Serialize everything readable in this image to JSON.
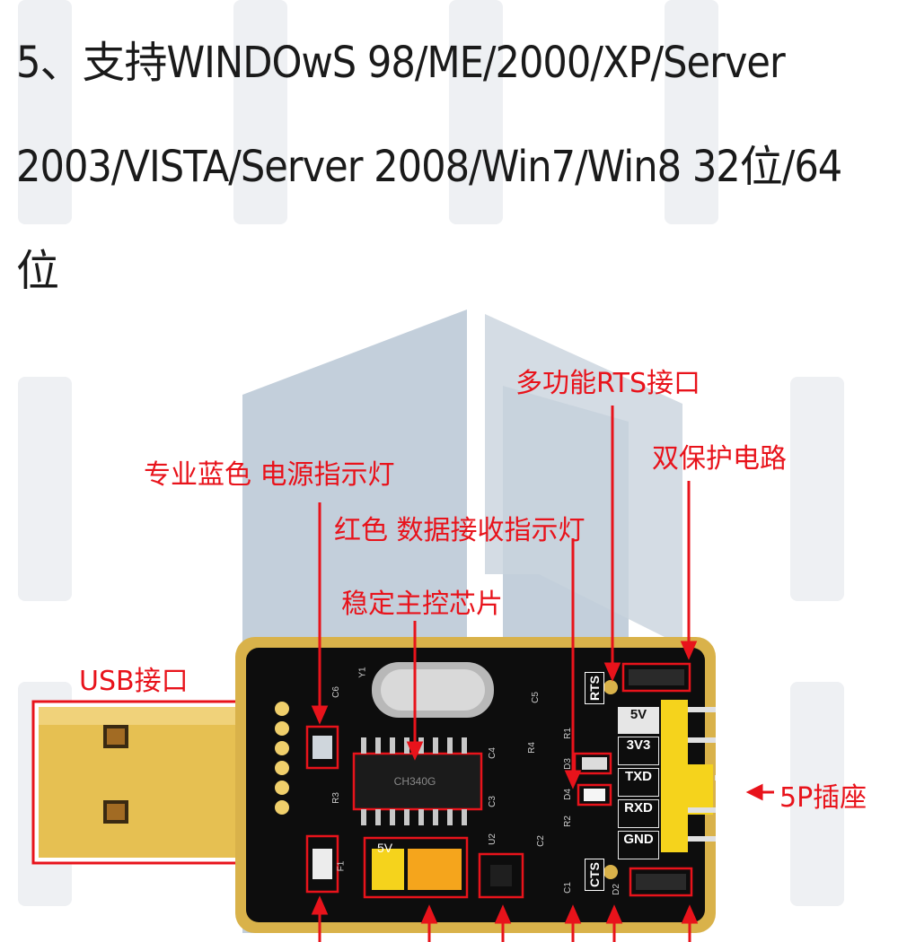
{
  "heading": {
    "line1": "5、支持WINDOwS 98/ME/2000/XP/Server",
    "line2": "2003/VISTA/Server 2008/Win7/Win8 32位/64",
    "line3": "位"
  },
  "labels": {
    "rts_port": "多功能RTS接口",
    "dual_protection": "双保护电路",
    "power_led": "专业蓝色 电源指示灯",
    "rx_led": "红色 数据接收指示灯",
    "main_chip": "稳定主控芯片",
    "usb_port": "USB接口",
    "header_5p": "5P插座"
  },
  "board": {
    "pins": [
      "5V",
      "3V3",
      "TXD",
      "RXD",
      "GND"
    ],
    "rts": "RTS",
    "cts": "CTS",
    "jumper_5v": "5V",
    "chip": "CH340G",
    "silk": [
      "C6",
      "Y1",
      "C5",
      "R1",
      "C4",
      "R4",
      "D3",
      "D4",
      "R2",
      "R3",
      "C3",
      "C2",
      "U2",
      "C1",
      "D2",
      "F1"
    ]
  },
  "colors": {
    "annotation": "#e8131b",
    "pcb": "#0d0d0d",
    "gold": "#d9b24a",
    "pin_header": "#f5d31c"
  }
}
